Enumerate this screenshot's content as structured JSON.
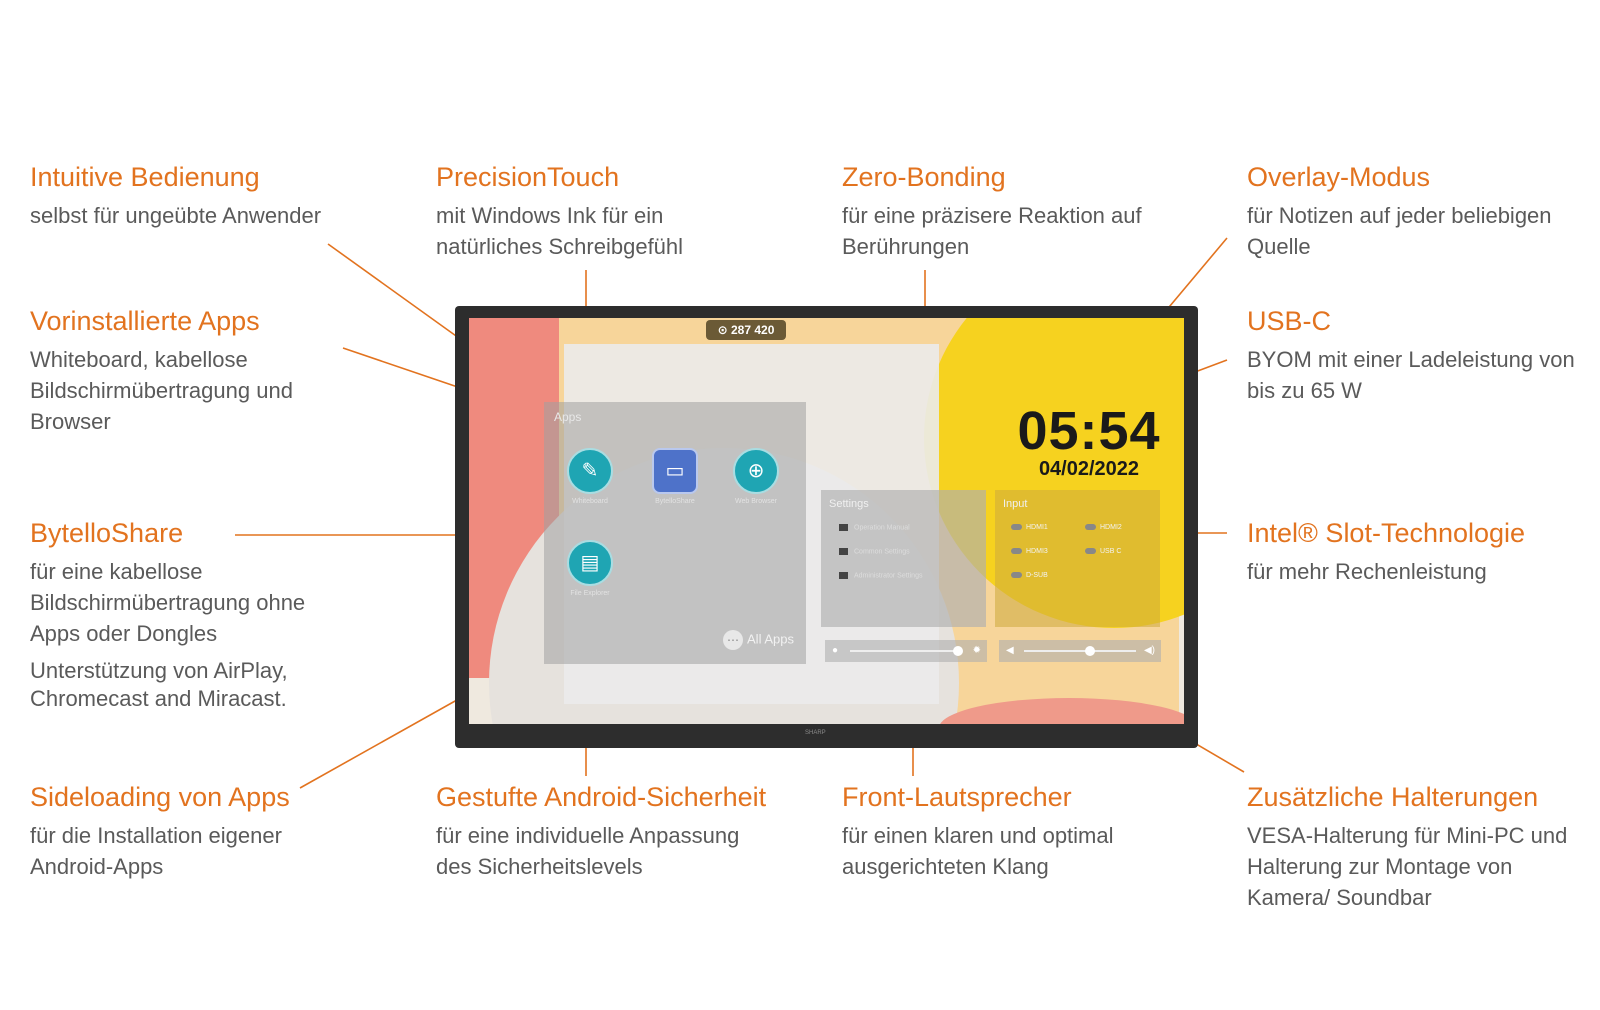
{
  "features": [
    {
      "id": "intuitive",
      "title": "Intuitive Bedienung",
      "text": [
        "selbst für ungeübte Anwender"
      ]
    },
    {
      "id": "precisiontouch",
      "title": "PrecisionTouch",
      "text": [
        "mit Windows Ink für ein",
        "natürliches Schreibgefühl"
      ]
    },
    {
      "id": "zero-bonding",
      "title": "Zero-Bonding",
      "text": [
        "für eine präzisere Reaktion auf",
        "Berührungen"
      ]
    },
    {
      "id": "overlay",
      "title": "Overlay-Modus",
      "text": [
        "für Notizen auf jeder beliebigen",
        "Quelle"
      ]
    },
    {
      "id": "apps",
      "title": "Vorinstallierte Apps",
      "text": [
        "Whiteboard, kabellose",
        "Bildschirmübertragung und",
        "Browser"
      ]
    },
    {
      "id": "usbc",
      "title": "USB-C",
      "text": [
        "BYOM mit einer Ladeleistung von",
        "bis zu 65 W"
      ]
    },
    {
      "id": "bytelloshare",
      "title": "BytelloShare",
      "text": [
        "für eine kabellose",
        "Bildschirmübertragung ohne",
        "Apps oder Dongles"
      ],
      "extra": [
        "Unterstützung von AirPlay,",
        "Chromecast and Miracast."
      ]
    },
    {
      "id": "intel",
      "title": "Intel® Slot-Technologie",
      "text": [
        "für mehr Rechenleistung"
      ]
    },
    {
      "id": "sideloading",
      "title": "Sideloading von Apps",
      "text": [
        "für die Installation eigener",
        "Android-Apps"
      ]
    },
    {
      "id": "android",
      "title": "Gestufte Android-Sicherheit",
      "text": [
        "für eine individuelle Anpassung",
        "des Sicherheitslevels"
      ]
    },
    {
      "id": "speaker",
      "title": "Front-Lautsprecher",
      "text": [
        "für einen klaren und optimal",
        "ausgerichteten Klang"
      ]
    },
    {
      "id": "mounts",
      "title": "Zusätzliche Halterungen",
      "text": [
        "VESA-Halterung für Mini-PC und",
        "Halterung zur Montage von",
        "Kamera/ Soundbar"
      ]
    }
  ],
  "display": {
    "badge": "287 420",
    "time": "05:54",
    "date": "04/02/2022",
    "apps_title": "Apps",
    "apps": [
      {
        "label": "Whiteboard",
        "glyph": "✎",
        "shape": "round"
      },
      {
        "label": "BytelloShare",
        "glyph": "▭",
        "shape": "square"
      },
      {
        "label": "Web Browser",
        "glyph": "⊕",
        "shape": "round"
      },
      {
        "label": "File Explorer",
        "glyph": "▤",
        "shape": "round"
      }
    ],
    "all_apps": "All Apps",
    "settings_title": "Settings",
    "settings_items": [
      "Operation Manual",
      "Common Settings",
      "Administrator Settings"
    ],
    "input_title": "Input",
    "input_items": [
      "HDMI1",
      "HDMI2",
      "HDMI3",
      "USB C",
      "D-SUB"
    ],
    "brand": "SHARP"
  },
  "colors": {
    "accent": "#e2731f",
    "text": "#5a5a5a",
    "bezel": "#2d2d2d"
  }
}
